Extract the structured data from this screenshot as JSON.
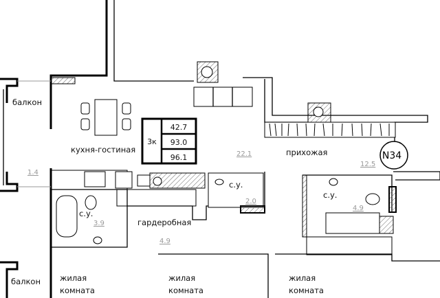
{
  "apartment": {
    "number": "N34",
    "rooms_type": "3к",
    "living_area": "42.7",
    "total_area": "93.0",
    "total_area_with_balcony": "96.1"
  },
  "rooms": {
    "balcony_top": {
      "label": "балкон",
      "area": "1.4"
    },
    "kitchen_living": {
      "label": "кухня-гостиная",
      "area": "22.1"
    },
    "hallway": {
      "label": "прихожая",
      "area": "12.5"
    },
    "bathroom_small": {
      "label": "с.у.",
      "area": "2.0"
    },
    "bathroom_right": {
      "label": "с.у.",
      "area": "4.9"
    },
    "bathroom_left": {
      "label": "с.у.",
      "area": "3.9"
    },
    "wardrobe": {
      "label": "гардеробная",
      "area": "4.9"
    },
    "balcony_bottom": {
      "label": "балкон"
    },
    "bedroom_1": {
      "label1": "жилая",
      "label2": "комната"
    },
    "bedroom_2": {
      "label1": "жилая",
      "label2": "комната"
    },
    "bedroom_3": {
      "label1": "жилая",
      "label2": "комната"
    }
  },
  "colors": {
    "wall": "#000000",
    "area_text": "#999999"
  }
}
